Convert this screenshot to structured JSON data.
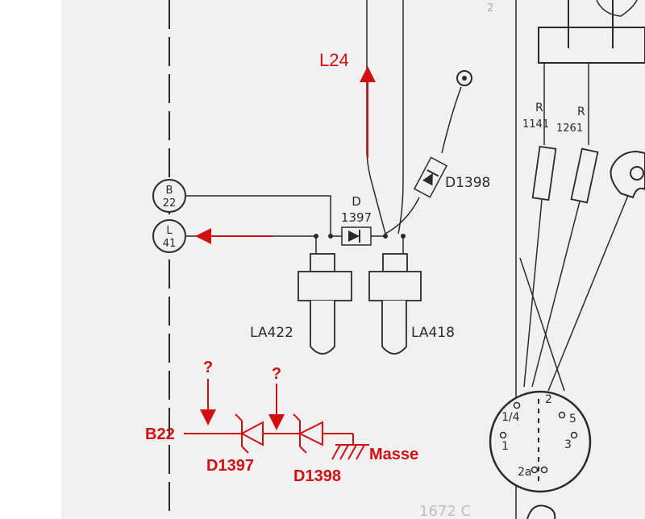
{
  "connectors": {
    "b22": {
      "letter": "B",
      "number": "22"
    },
    "l41": {
      "letter": "L",
      "number": "41"
    }
  },
  "labels": {
    "l24": "L24",
    "d_letter": "D",
    "d_number": "1397",
    "d1398": "D1398",
    "la422": "LA422",
    "la418": "LA418",
    "r1_letter": "R",
    "r1_number": "1141",
    "r2_letter": "R",
    "r2_number": "1261",
    "pin_1_4": "1/4",
    "pin_2": "2",
    "pin_5": "5",
    "pin_1": "1",
    "pin_3": "3",
    "pin_2a": "2a",
    "bottom_partial": "1672 C",
    "top_right_partial": "2"
  },
  "annotations": {
    "q1": "?",
    "q2": "?",
    "b22": "B22",
    "d1397": "D1397",
    "d1398": "D1398",
    "masse": "Masse"
  },
  "colors": {
    "ink": "#2a2a2a",
    "annotation_red": "#d01010",
    "paper": "#f1f1f1"
  }
}
